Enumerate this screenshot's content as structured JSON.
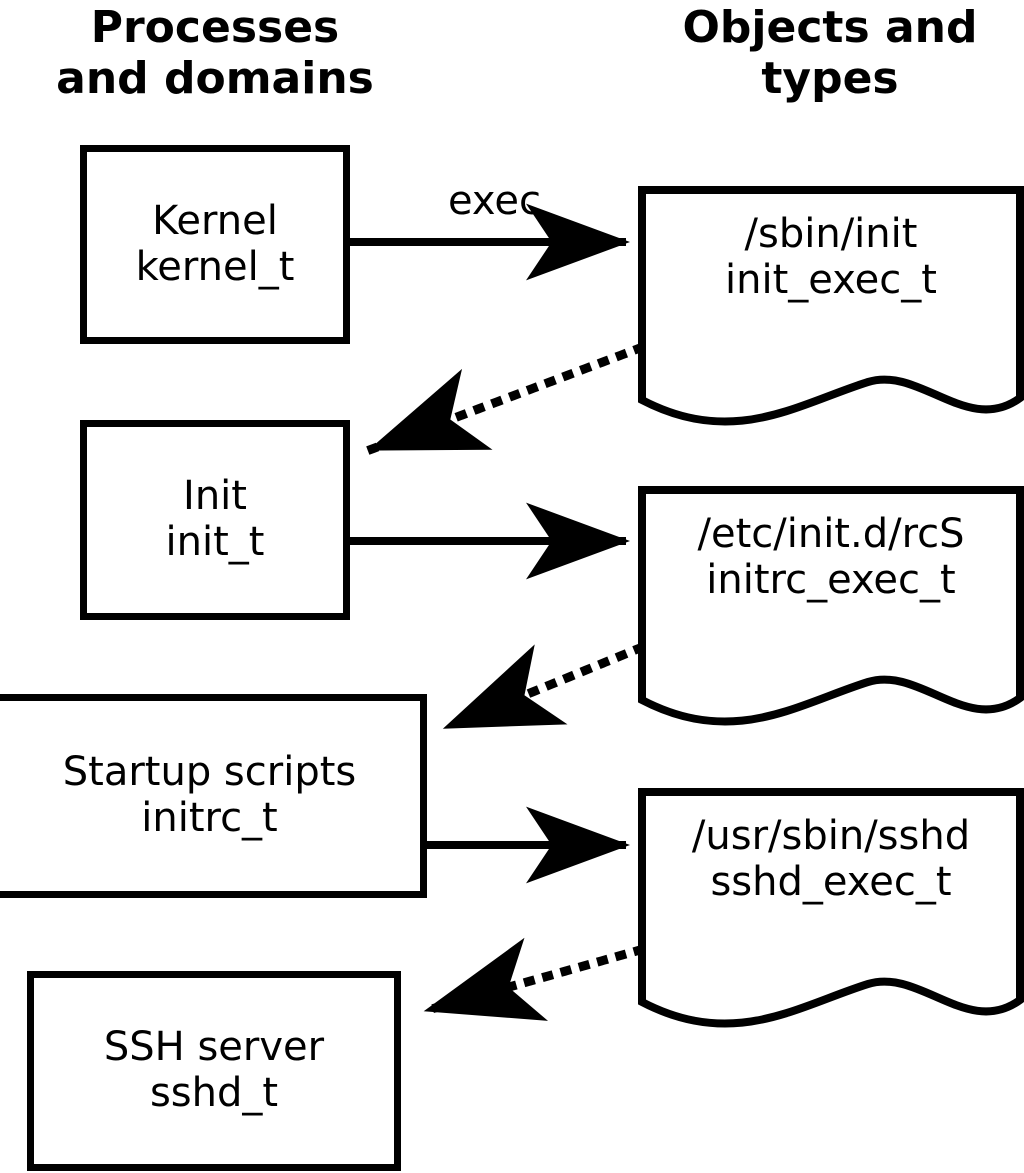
{
  "diagram": {
    "title_left": "Processes\nand domains",
    "title_right": "Objects and\ntypes",
    "stroke_color": "#000000",
    "background_color": "#ffffff"
  },
  "processes": [
    {
      "name": "Kernel",
      "type": "kernel_t"
    },
    {
      "name": "Init",
      "type": "init_t"
    },
    {
      "name": "Startup scripts",
      "type": "initrc_t"
    },
    {
      "name": "SSH server",
      "type": "sshd_t"
    }
  ],
  "objects": [
    {
      "path": "/sbin/init",
      "type": "init_exec_t"
    },
    {
      "path": "/etc/init.d/rcS",
      "type": "initrc_exec_t"
    },
    {
      "path": "/usr/sbin/sshd",
      "type": "sshd_exec_t"
    }
  ],
  "edges": {
    "exec_label": "exec",
    "solid": [
      {
        "from": "Kernel",
        "to": "/sbin/init",
        "label": "exec"
      },
      {
        "from": "Init",
        "to": "/etc/init.d/rcS",
        "label": ""
      },
      {
        "from": "Startup scripts",
        "to": "/usr/sbin/sshd",
        "label": ""
      }
    ],
    "dotted": [
      {
        "from": "/sbin/init",
        "to": "Init",
        "label": ""
      },
      {
        "from": "/etc/init.d/rcS",
        "to": "Startup scripts",
        "label": ""
      },
      {
        "from": "/usr/sbin/sshd",
        "to": "SSH server",
        "label": ""
      }
    ]
  }
}
